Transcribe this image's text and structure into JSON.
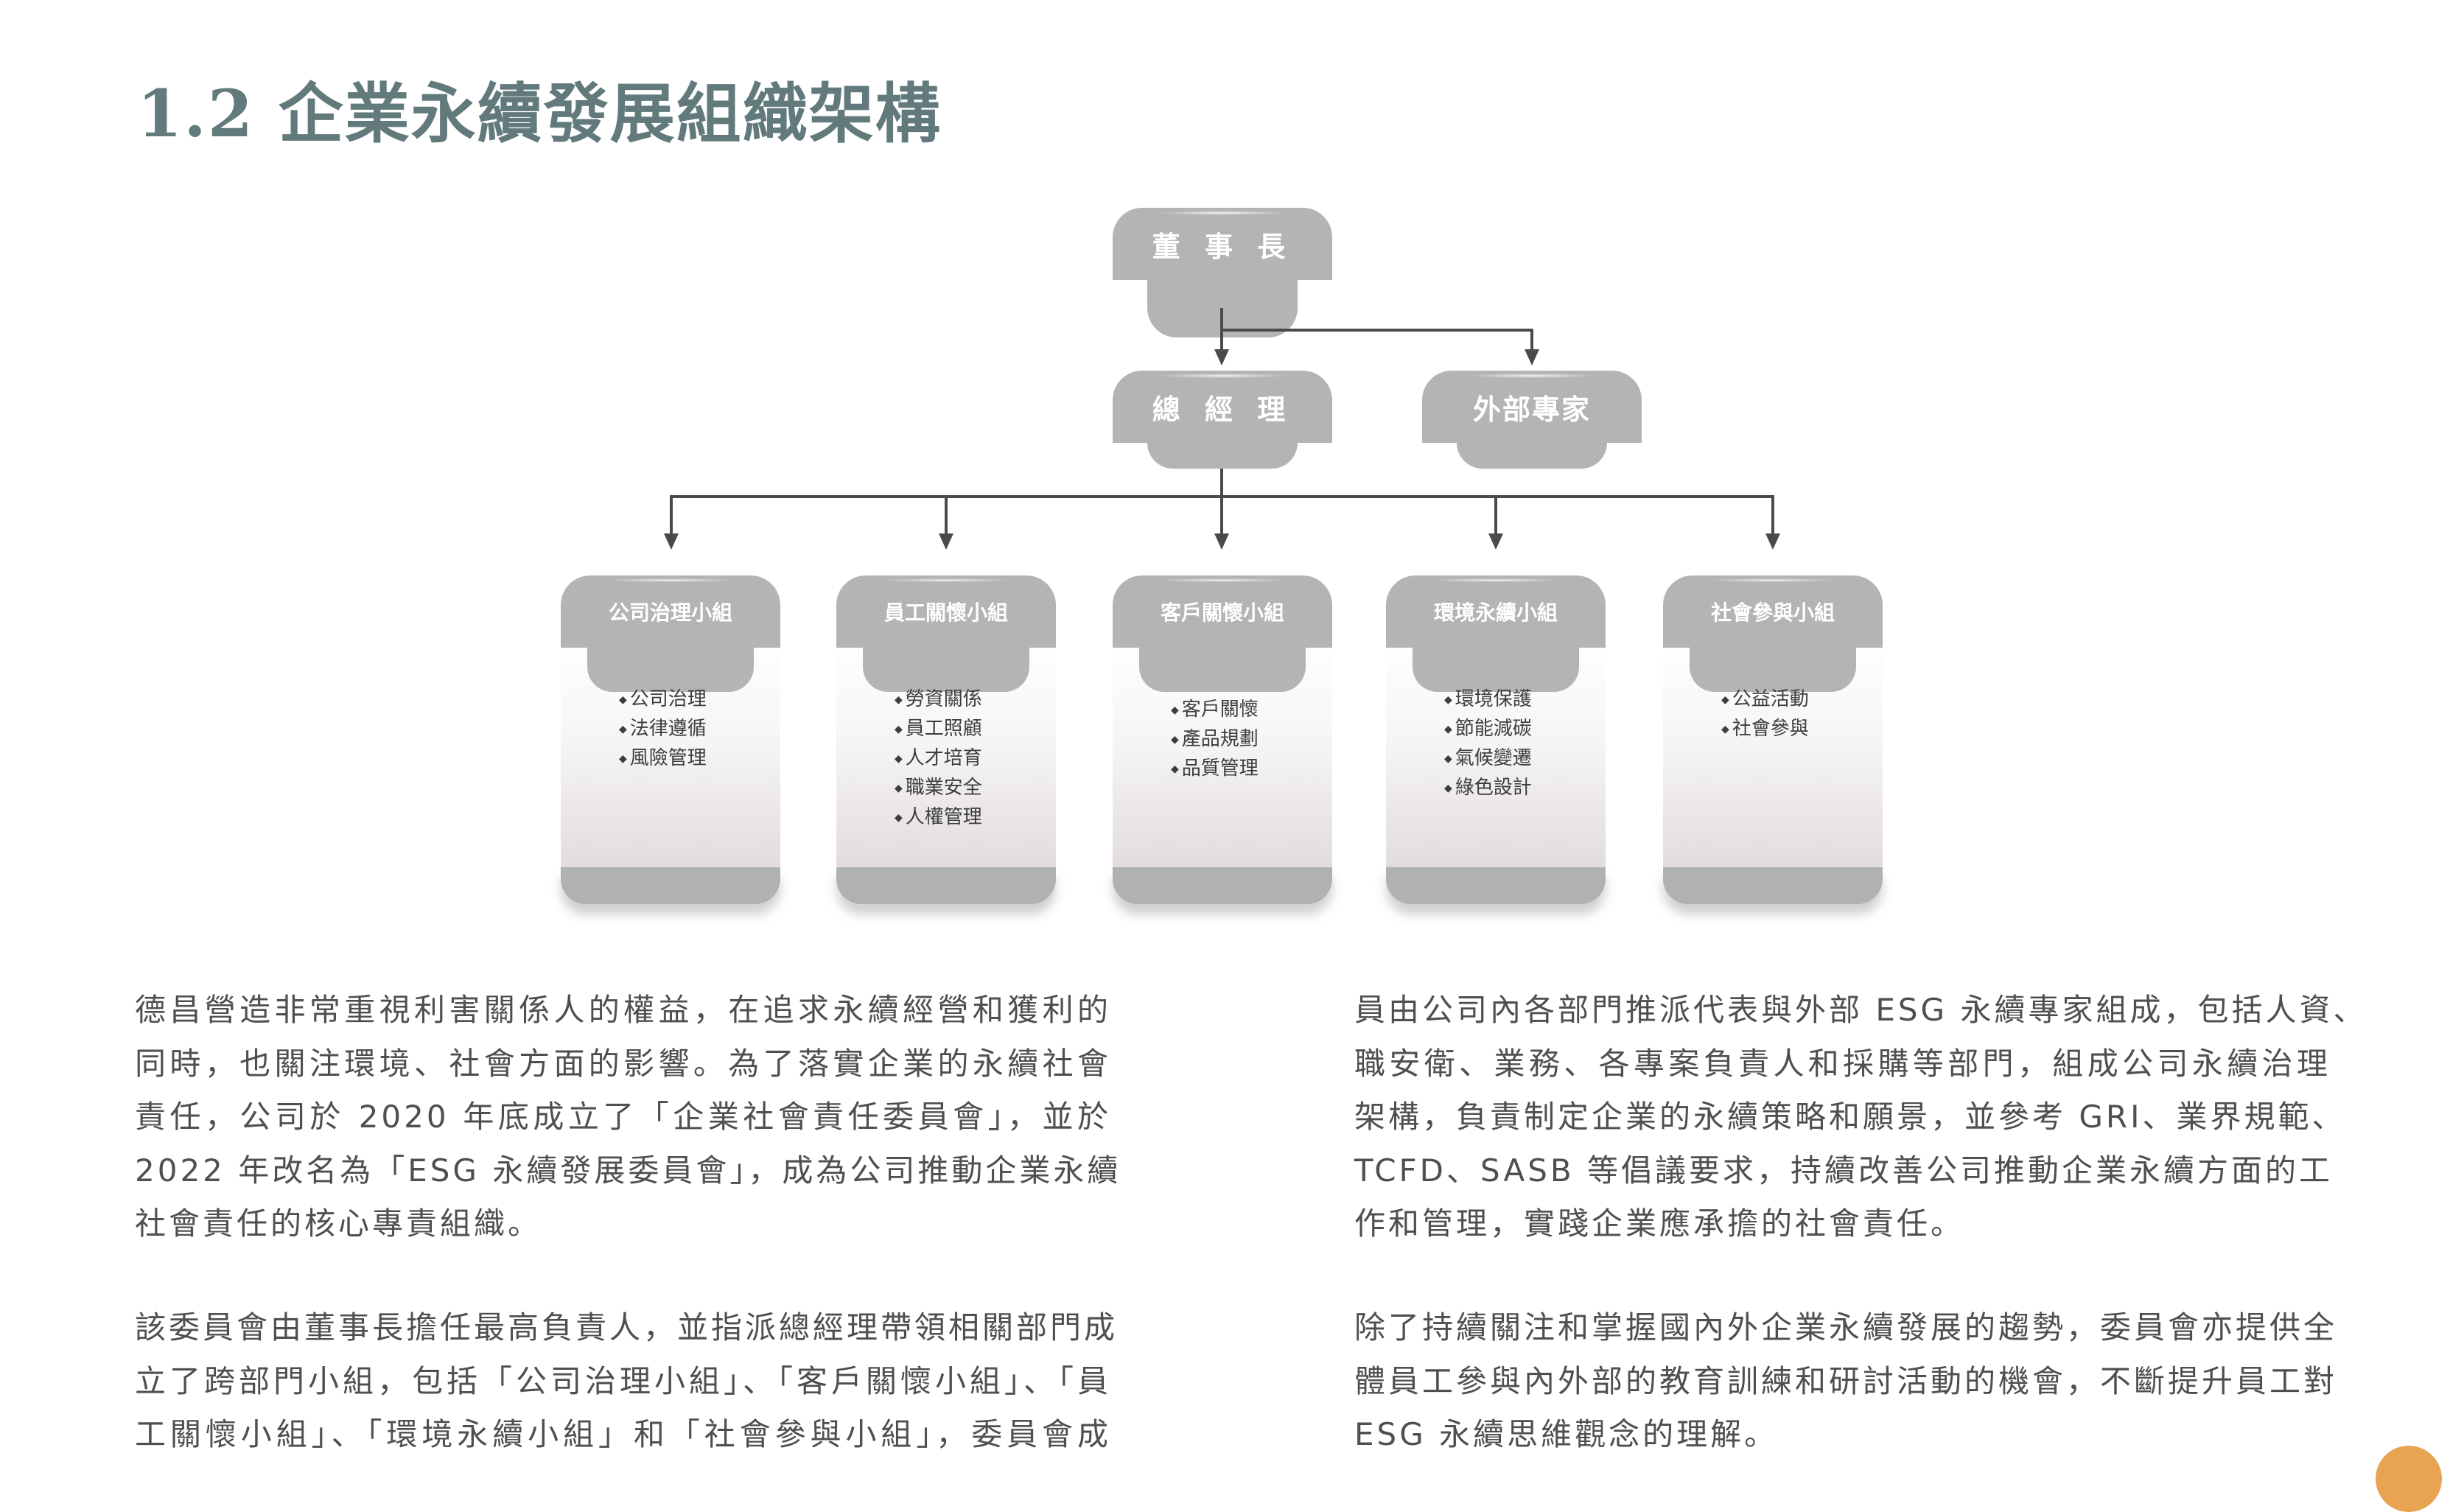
{
  "title": "1.2 企業永續發展組織架構",
  "org_chart": {
    "chairman": "董 事 長",
    "general_manager": "總 經 理",
    "external_experts": "外部專家",
    "groups": [
      {
        "name": "公司治理小組",
        "items": [
          "公司治理",
          "法律遵循",
          "風險管理"
        ]
      },
      {
        "name": "員工關懷小組",
        "items": [
          "勞資關係",
          "員工照顧",
          "人才培育",
          "職業安全",
          "人權管理"
        ]
      },
      {
        "name": "客戶關懷小組",
        "items": [
          "客戶關懷",
          "產品規劃",
          "品質管理"
        ]
      },
      {
        "name": "環境永續小組",
        "items": [
          "環境保護",
          "節能減碳",
          "氣候變遷",
          "綠色設計"
        ]
      },
      {
        "name": "社會參與小組",
        "items": [
          "公益活動",
          "社會參與"
        ]
      }
    ]
  },
  "left_column": {
    "paragraph1": [
      "德昌營造非常重視利害關係人的權益，在追求永續經營和獲利的",
      "同時，也關注環境、社會方面的影響。為了落實企業的永續社會",
      "責任，公司於 2020 年底成立了「企業社會責任委員會」，並於",
      "2022 年改名為「ESG 永續發展委員會」，成為公司推動企業永續",
      "社會責任的核心專責組織。"
    ],
    "paragraph2": [
      "該委員會由董事長擔任最高負責人，並指派總經理帶領相關部門成",
      "立了跨部門小組，包括「公司治理小組」、「客戶關懷小組」、「員",
      "工關懷小組」、「環境永續小組」和「社會參與小組」，委員會成"
    ]
  },
  "right_column": {
    "paragraph1": [
      "員由公司內各部門推派代表與外部 ESG 永續專家組成，包括人資、",
      "職安衛、業務、各專案負責人和採購等部門，組成公司永續治理",
      "架構，負責制定企業的永續策略和願景，並參考 GRI、業界規範、",
      "TCFD、SASB 等倡議要求，持續改善公司推動企業永續方面的工",
      "作和管理，實踐企業應承擔的社會責任。"
    ],
    "paragraph2": [
      "除了持續關注和掌握國內外企業永續發展的趨勢，委員會亦提供全",
      "體員工參與內外部的教育訓練和研討活動的機會，不斷提升員工對",
      "ESG 永續思維觀念的理解。"
    ]
  },
  "colors": {
    "title": "#627a7c",
    "node": "#b3b4b6",
    "text": "#4f4f4f",
    "accent": "#e8a453"
  }
}
